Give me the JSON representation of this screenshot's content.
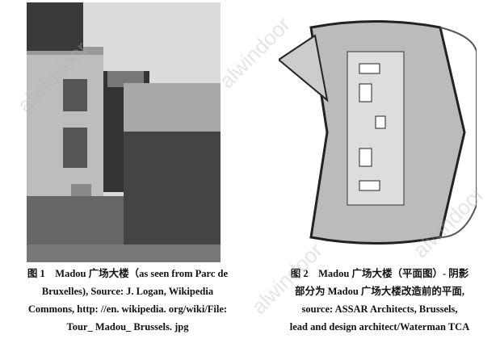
{
  "figure1": {
    "caption_lines": [
      "图 1　Madou 广场大楼（as seen from Parc de",
      "Bruxelles), Source: J. Logan, Wikipedia",
      "Commons, http: //en. wikipedia. org/wiki/File:",
      "Tour_ Madou_ Brussels. jpg"
    ]
  },
  "figure2": {
    "caption_lines": [
      "图 2　Madou 广场大楼（平面图）- 阴影",
      "部分为 Madou 广场大楼改造前的平面,",
      "source: ASSAR Architects, Brussels,",
      "lead and design architect/Waterman TCA"
    ]
  },
  "watermark": "alwindoor"
}
